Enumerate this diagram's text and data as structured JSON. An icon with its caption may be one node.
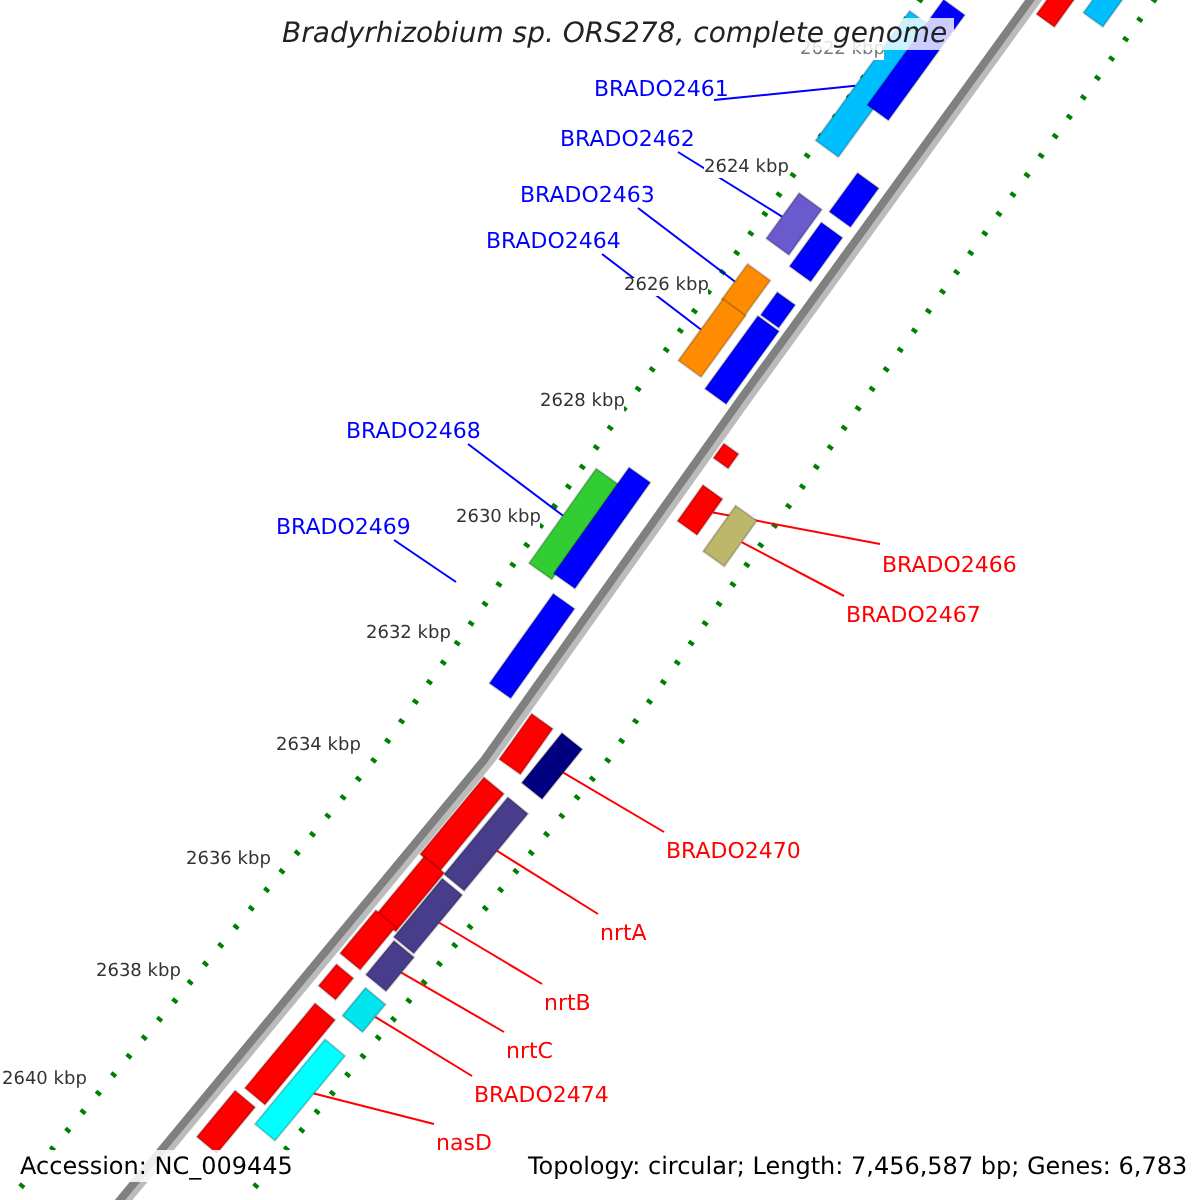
{
  "diagram": {
    "title": "Bradyrhizobium sp. ORS278, complete genome",
    "nodes": [
      {
        "text": [
          "BRADO2461"
        ]
      },
      {
        "text": [
          "BRADO2462"
        ]
      },
      {
        "text": [
          "BRADO2463"
        ]
      },
      {
        "text": [
          "BRADO2464"
        ]
      },
      {
        "text": [
          "BRADO2468"
        ]
      },
      {
        "text": [
          "BRADO2469"
        ]
      },
      {
        "text": [
          "BRADO2466"
        ]
      },
      {
        "text": [
          "BRADO2467"
        ]
      },
      {
        "text": [
          "BRADO2470"
        ]
      },
      {
        "text": [
          "nrtA"
        ]
      },
      {
        "text": [
          "nrtB"
        ]
      },
      {
        "text": [
          "nrtC"
        ]
      },
      {
        "text": [
          "BRADO2474"
        ]
      },
      {
        "text": [
          "nasD"
        ]
      },
      {
        "text": [],
        "shape": "bar"
      },
      {
        "text": [],
        "shape": "bar"
      },
      {
        "text": [],
        "shape": "bar"
      },
      {
        "text": [],
        "shape": "bar"
      },
      {
        "text": [],
        "shape": "bar"
      },
      {
        "text": [],
        "shape": "bar"
      },
      {
        "text": [],
        "shape": "bar"
      },
      {
        "text": [],
        "shape": "bar"
      },
      {
        "text": [],
        "shape": "bar"
      },
      {
        "text": [],
        "shape": "bar"
      },
      {
        "text": [],
        "shape": "bar"
      },
      {
        "text": [],
        "shape": "bar"
      },
      {
        "text": [],
        "shape": "bar"
      },
      {
        "text": [],
        "shape": "bar"
      },
      {
        "text": [],
        "shape": "bar"
      },
      {
        "text": [],
        "shape": "bar"
      },
      {
        "text": [],
        "shape": "bar"
      },
      {
        "text": [],
        "shape": "bar"
      },
      {
        "text": [],
        "shape": "bar"
      },
      {
        "text": [],
        "shape": "bar"
      },
      {
        "text": [],
        "shape": "bar"
      },
      {
        "text": [],
        "shape": "bar"
      },
      {
        "text": [],
        "shape": "bar"
      },
      {
        "text": [],
        "shape": "bar"
      },
      {
        "text": [],
        "shape": "bar"
      },
      {
        "text": [],
        "shape": "bar"
      },
      {
        "text": [],
        "shape": "bar"
      },
      {
        "text": [],
        "shape": "bar"
      },
      {
        "text": [],
        "shape": "bar"
      },
      {
        "text": [],
        "shape": "bar"
      }
    ],
    "edges": [
      {
        "from": 0,
        "to": 14,
        "arrow": "none",
        "color": "#0000ff"
      },
      {
        "from": 1,
        "to": 15,
        "arrow": "none",
        "color": "#0000ff"
      },
      {
        "from": 2,
        "to": 16,
        "arrow": "none",
        "color": "#0000ff"
      },
      {
        "from": 3,
        "to": 17,
        "arrow": "none",
        "color": "#0000ff"
      },
      {
        "from": 4,
        "to": 18,
        "arrow": "none",
        "color": "#0000ff"
      },
      {
        "from": 5,
        "to": null,
        "arrow": "none",
        "color": "#0000ff"
      },
      {
        "from": 6,
        "to": 19,
        "arrow": "none",
        "color": "#ff0000"
      },
      {
        "from": 7,
        "to": 20,
        "arrow": "none",
        "color": "#ff0000"
      },
      {
        "from": 8,
        "to": 21,
        "arrow": "none",
        "color": "#ff0000"
      },
      {
        "from": 9,
        "to": 22,
        "arrow": "none",
        "color": "#ff0000"
      },
      {
        "from": 10,
        "to": 23,
        "arrow": "none",
        "color": "#ff0000"
      },
      {
        "from": 11,
        "to": 24,
        "arrow": "none",
        "color": "#ff0000"
      },
      {
        "from": 12,
        "to": 25,
        "arrow": "none",
        "color": "#ff0000"
      },
      {
        "from": 13,
        "to": 26,
        "arrow": "none",
        "color": "#ff0000"
      }
    ],
    "labels": [
      "2622 kbp",
      "2624 kbp",
      "2626 kbp",
      "2628 kbp",
      "2630 kbp",
      "2632 kbp",
      "2634 kbp",
      "2636 kbp",
      "2638 kbp",
      "2640 kbp",
      "Accession: NC_009445",
      "Topology: circular; Length: 7,456,587 bp; Genes: 6,783"
    ]
  }
}
